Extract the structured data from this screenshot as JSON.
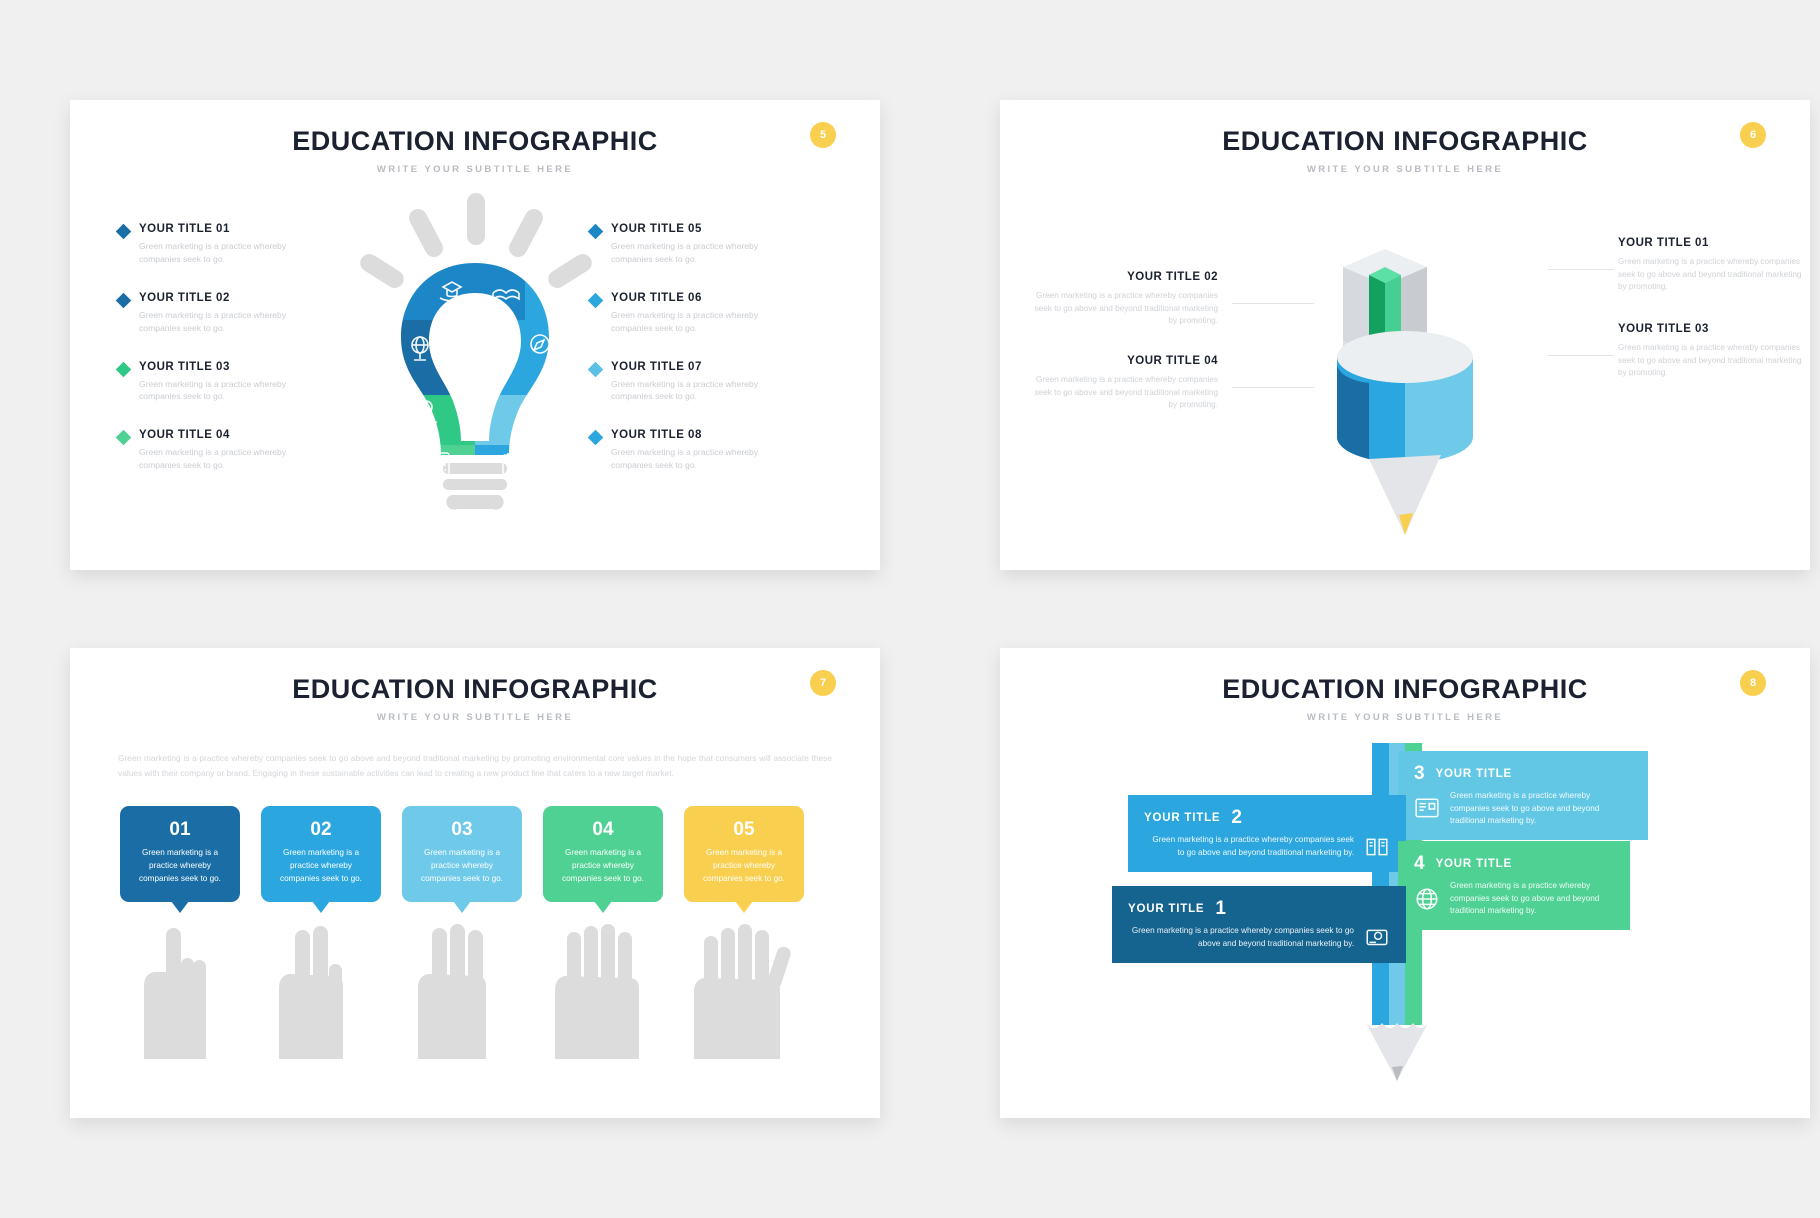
{
  "colors": {
    "dark_blue": "#1a6ea5",
    "blue": "#2ba6df",
    "light_blue": "#6fc9e8",
    "green": "#4ed193",
    "dark_green": "#1aa163",
    "yellow": "#f8cf4e",
    "badge": "#f8cf4e",
    "title": "#1b2130",
    "muted": "#c9ccd1",
    "gray_shape": "#dcdcdc"
  },
  "slides": [
    {
      "title": "EDUCATION INFOGRAPHIC",
      "subtitle": "WRITE YOUR SUBTITLE HERE",
      "badge": "5",
      "left_items": [
        {
          "title": "YOUR TITLE 01",
          "desc": "Green marketing is a practice whereby companies seek to go.",
          "color": "#1a6ea5"
        },
        {
          "title": "YOUR TITLE 02",
          "desc": "Green marketing is a practice whereby companies seek to go.",
          "color": "#1a6ea5"
        },
        {
          "title": "YOUR TITLE 03",
          "desc": "Green marketing is a practice whereby companies seek to go.",
          "color": "#2fc985"
        },
        {
          "title": "YOUR TITLE 04",
          "desc": "Green marketing is a practice whereby companies seek to go.",
          "color": "#4ed193"
        }
      ],
      "right_items": [
        {
          "title": "YOUR TITLE 05",
          "desc": "Green marketing is a practice whereby companies seek to go.",
          "color": "#1d86c6"
        },
        {
          "title": "YOUR TITLE 06",
          "desc": "Green marketing is a practice whereby companies seek to go.",
          "color": "#2ba6df"
        },
        {
          "title": "YOUR TITLE 07",
          "desc": "Green marketing is a practice whereby companies seek to go.",
          "color": "#5bbfe6"
        },
        {
          "title": "YOUR TITLE 08",
          "desc": "Green marketing is a practice whereby companies seek to go.",
          "color": "#2ba6df"
        }
      ],
      "bulb_segments": [
        {
          "icon": "graduation-cap-hand-icon",
          "color": "#1d86c6"
        },
        {
          "icon": "book-open-icon",
          "color": "#2ba6df"
        },
        {
          "icon": "globe-stand-icon",
          "color": "#1a6ea5"
        },
        {
          "icon": "compass-icon",
          "color": "#2ba6df"
        },
        {
          "icon": "map-pin-icon",
          "color": "#2fc985"
        },
        {
          "icon": "clock-idea-icon",
          "color": "#6fc9e8"
        },
        {
          "icon": "calculator-icon",
          "color": "#4ed193"
        },
        {
          "icon": "calendar-icon",
          "color": "#2ba6df"
        }
      ]
    },
    {
      "title": "EDUCATION INFOGRAPHIC",
      "subtitle": "WRITE YOUR SUBTITLE HERE",
      "badge": "6",
      "labels": [
        {
          "title": "YOUR TITLE 01",
          "desc": "Green marketing is a practice whereby companies seek to go above and beyond traditional marketing by promoting."
        },
        {
          "title": "YOUR TITLE 02",
          "desc": "Green marketing is a practice whereby companies seek to go above and beyond traditional marketing by promoting."
        },
        {
          "title": "YOUR TITLE 03",
          "desc": "Green marketing is a practice whereby companies seek to go above and beyond traditional marketing by promoting."
        },
        {
          "title": "YOUR TITLE 04",
          "desc": "Green marketing is a practice whereby companies seek to go above and beyond traditional marketing by promoting."
        }
      ]
    },
    {
      "title": "EDUCATION INFOGRAPHIC",
      "subtitle": "WRITE YOUR SUBTITLE HERE",
      "badge": "7",
      "paragraph": "Green marketing is a practice whereby companies seek to go above and beyond traditional marketing by promoting environmental core values in the hope that consumers will associate these values with their company or brand. Engaging in these sustainable activities can lead to creating a new product line that caters to a new target market.",
      "bubbles": [
        {
          "number": "01",
          "desc": "Green marketing is a practice whereby companies seek to go.",
          "color": "#1a6ea5",
          "fingers": 1
        },
        {
          "number": "02",
          "desc": "Green marketing is a practice whereby companies seek to go.",
          "color": "#2ba6df",
          "fingers": 2
        },
        {
          "number": "03",
          "desc": "Green marketing is a practice whereby companies seek to go.",
          "color": "#6fc9e8",
          "fingers": 3
        },
        {
          "number": "04",
          "desc": "Green marketing is a practice whereby companies seek to go.",
          "color": "#4ed193",
          "fingers": 4
        },
        {
          "number": "05",
          "desc": "Green marketing is a practice whereby companies seek to go.",
          "color": "#f8cf4e",
          "fingers": 5
        }
      ]
    },
    {
      "title": "EDUCATION INFOGRAPHIC",
      "subtitle": "WRITE YOUR SUBTITLE HERE",
      "badge": "8",
      "banners": [
        {
          "number": "1",
          "title": "YOUR TITLE",
          "desc": "Green marketing is a practice whereby companies seek to go above and beyond traditional marketing by.",
          "color": "#15638f",
          "icon": "projector-icon"
        },
        {
          "number": "2",
          "title": "YOUR TITLE",
          "desc": "Green marketing is a practice whereby companies seek to go above and beyond traditional marketing by.",
          "color": "#2ba6df",
          "icon": "open-book-icon"
        },
        {
          "number": "3",
          "title": "YOUR TITLE",
          "desc": "Green marketing is a practice whereby companies seek to go above and beyond traditional marketing by.",
          "color": "#62c7e4",
          "icon": "presentation-icon"
        },
        {
          "number": "4",
          "title": "YOUR TITLE",
          "desc": "Green marketing is a practice whereby companies seek to go above and beyond traditional marketing by.",
          "color": "#4ed193",
          "icon": "globe-icon"
        }
      ]
    }
  ]
}
